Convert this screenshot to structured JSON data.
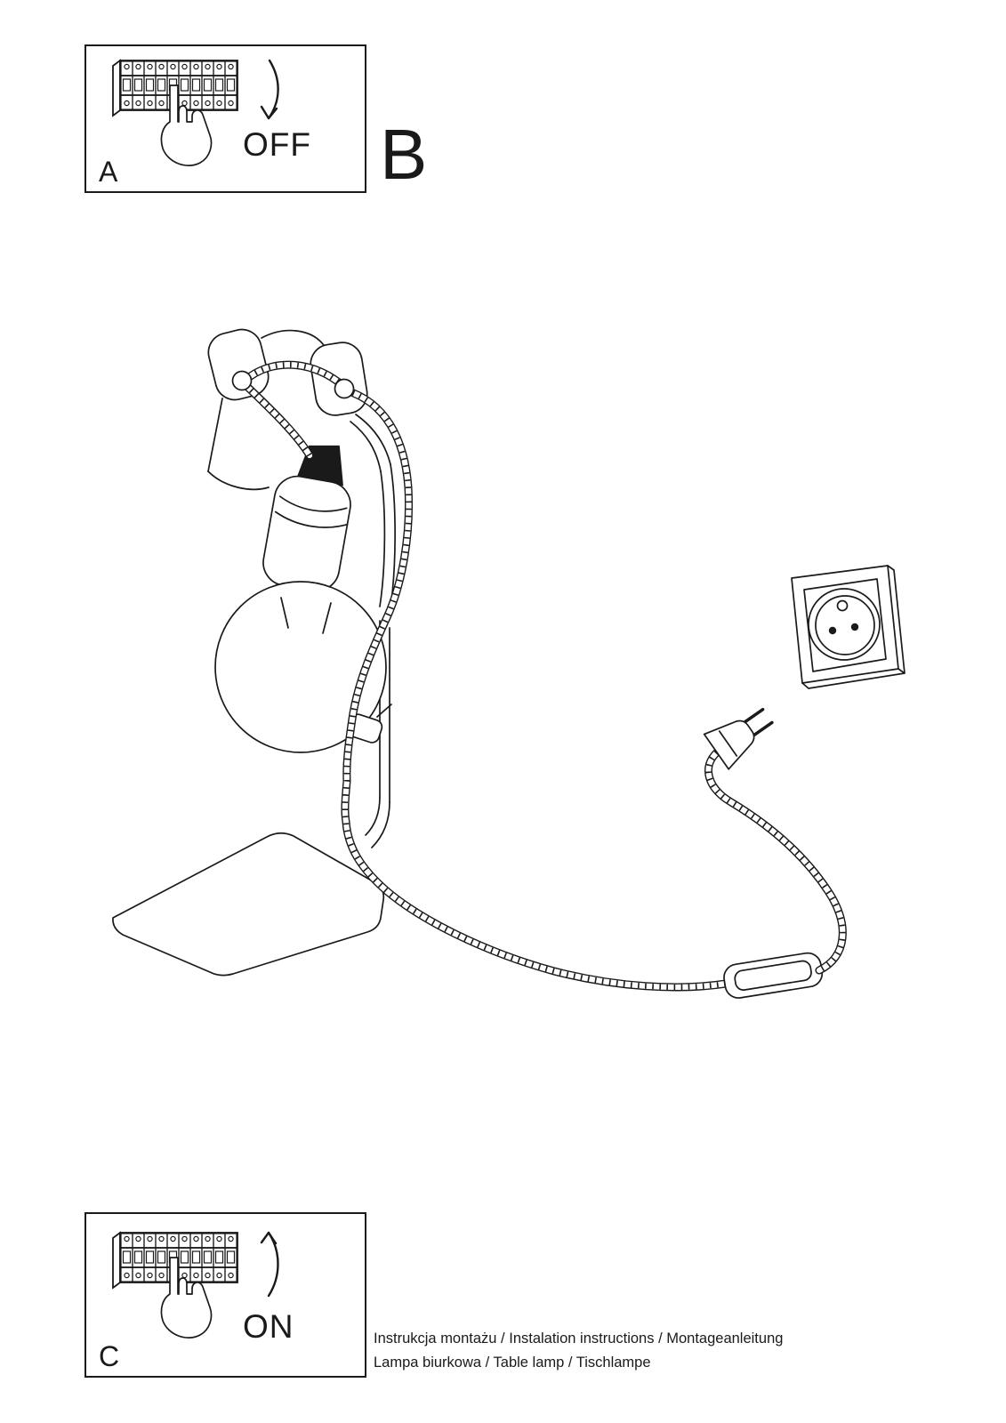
{
  "doc": {
    "steps": {
      "a": {
        "label": "A",
        "action": "OFF"
      },
      "b": {
        "label": "B"
      },
      "c": {
        "label": "C",
        "action": "ON"
      }
    },
    "footer": {
      "line1": "Instrukcja montażu / Instalation instructions / Montageanleitung",
      "line2": "Lampa biurkowa / Table lamp / Tischlampe"
    },
    "icons": [
      "circuit-breaker-panel-icon",
      "pressing-hand-icon",
      "rotate-arrow-down-icon",
      "rotate-arrow-up-icon",
      "table-lamp-drawing",
      "power-cord",
      "inline-switch",
      "power-plug",
      "wall-outlet"
    ],
    "colors": {
      "ink": "#1a1a1a",
      "paper": "#ffffff"
    }
  }
}
